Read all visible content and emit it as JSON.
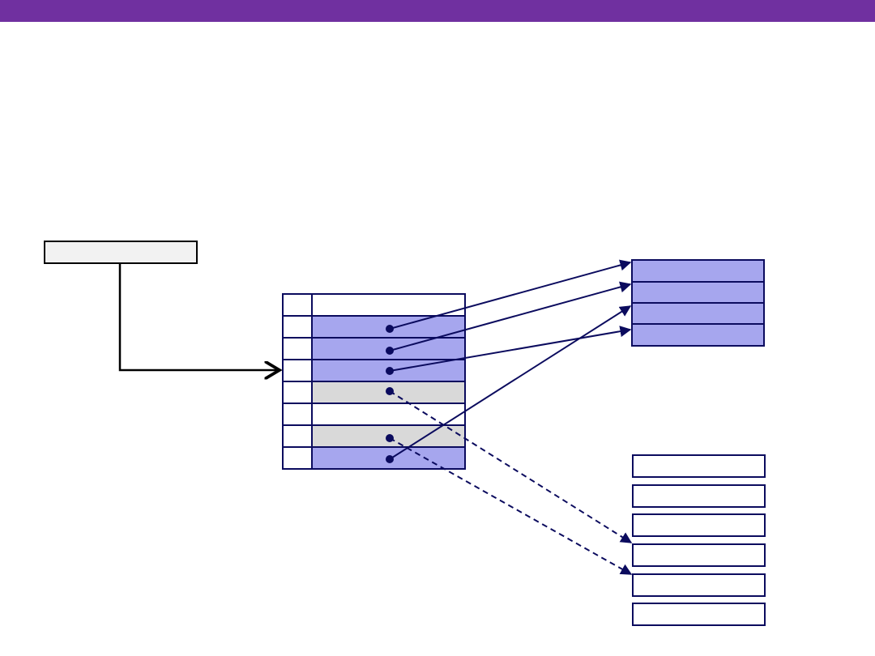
{
  "colors": {
    "top_bar": "#7030a0",
    "line": "#0b0b5e",
    "cached": "#a6a6ee",
    "uncached": "#d9d9d9",
    "register_fill": "#f2f2f2",
    "arrow_black": "#000000"
  },
  "page_table": {
    "rows": [
      {
        "state": "empty"
      },
      {
        "state": "cached",
        "pointer": "memory"
      },
      {
        "state": "cached",
        "pointer": "memory"
      },
      {
        "state": "cached",
        "pointer": "memory"
      },
      {
        "state": "uncached",
        "pointer": "disk"
      },
      {
        "state": "empty"
      },
      {
        "state": "uncached",
        "pointer": "disk"
      },
      {
        "state": "cached",
        "pointer": "memory"
      }
    ]
  },
  "physical_memory": {
    "block_count": 4
  },
  "disk": {
    "block_count": 6
  }
}
